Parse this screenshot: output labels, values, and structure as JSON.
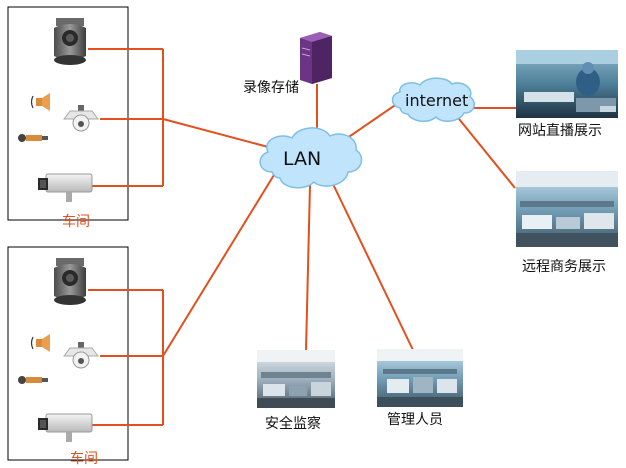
{
  "diagram": {
    "hub": "LAN",
    "internet": "internet",
    "recorder": "录像存储",
    "workshop_top": "车间",
    "workshop_bottom": "车间",
    "website_live": "网站直播展示",
    "remote_business": "远程商务展示",
    "safety_monitor": "安全监察",
    "management": "管理人员"
  },
  "colors": {
    "link": "#e2501d",
    "cloud_fill": "#bfe4fb",
    "cloud_stroke": "#7fbfe6",
    "frame": "#000000",
    "server": "#7a3f92"
  },
  "icons": {
    "dome_camera": "dome-camera-icon",
    "bullet_camera": "bullet-camera-icon",
    "speaker": "speaker-icon",
    "microphone": "microphone-icon",
    "ptz_camera": "ptz-camera-icon",
    "server": "server-icon",
    "cloud": "cloud-icon",
    "photo": "factory-photo"
  }
}
